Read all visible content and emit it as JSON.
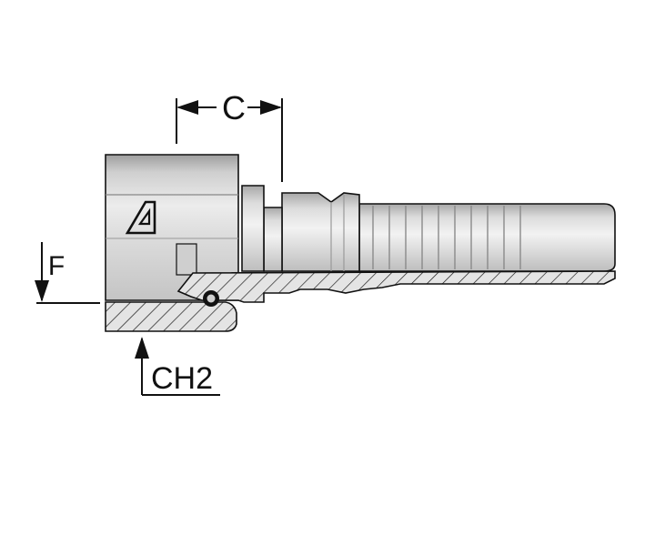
{
  "dimensions": {
    "c_label": "C",
    "f_label": "F",
    "ch2_label": "CH2"
  },
  "colors": {
    "metal_light": "#e6e6e6",
    "metal_mid": "#c8c8c8",
    "metal_dark": "#9a9a9a",
    "section_fill": "#d9d9d9",
    "line": "#111111"
  }
}
